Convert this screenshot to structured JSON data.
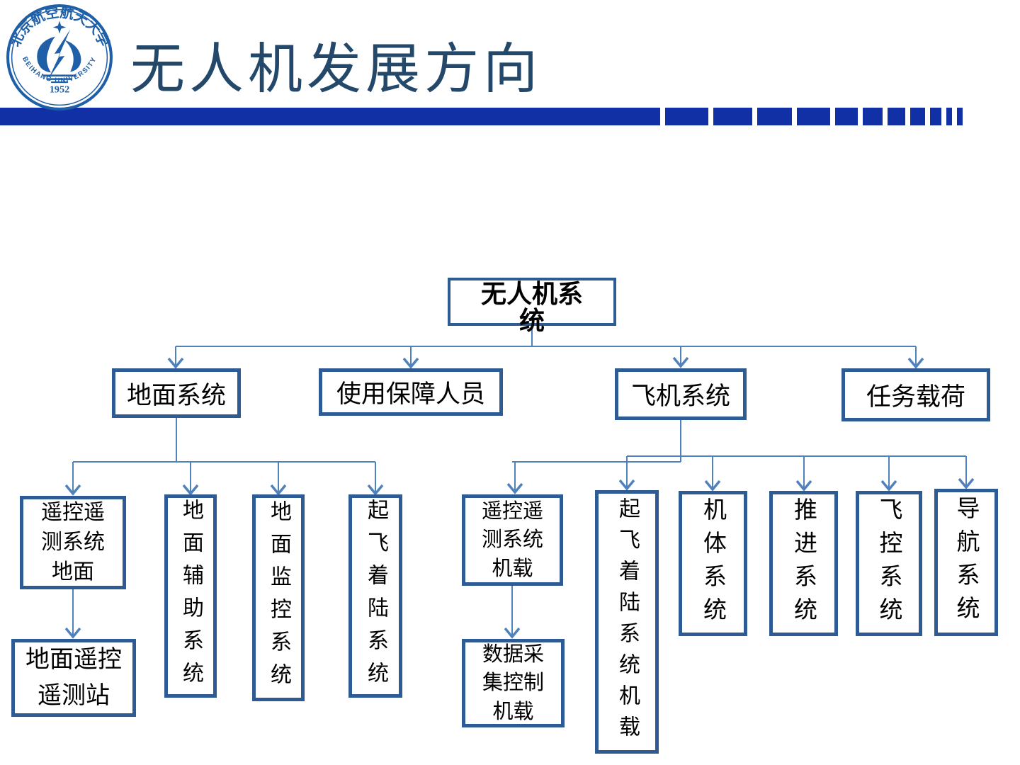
{
  "header": {
    "title": "无人机发展方向",
    "logo": {
      "seal_name": "北京航空航天大学",
      "year": "1952",
      "university": "BEIHANG UNIVERSITY"
    }
  },
  "colors": {
    "bar_blue": "#1130a6",
    "logo_blue": "#1e5fa8",
    "title_navy": "#234869",
    "box_border": "#2e5b93",
    "connector": "#4f81bd"
  },
  "nodes": {
    "root": "无人机系\n统",
    "ground": "地面系统",
    "personnel": "使用保障人员",
    "aircraft": "飞机系统",
    "payload": "任务载荷",
    "tt_ground": "遥控遥\n测系统\n地面",
    "ground_aux": "地面辅助系统",
    "ground_mon": "地面监控系统",
    "takeoff_landing": "起飞着陆系统",
    "ground_station": "地面遥控\n遥测站",
    "tt_air": "遥控遥\n测系统\n机载",
    "data_acq": "数据采\n集控制\n机载",
    "tl_air": "起飞着陆系统机载",
    "airframe": "机体系统",
    "propulsion": "推进系统",
    "flight_ctrl": "飞控系统",
    "navigation": "导航系统"
  }
}
